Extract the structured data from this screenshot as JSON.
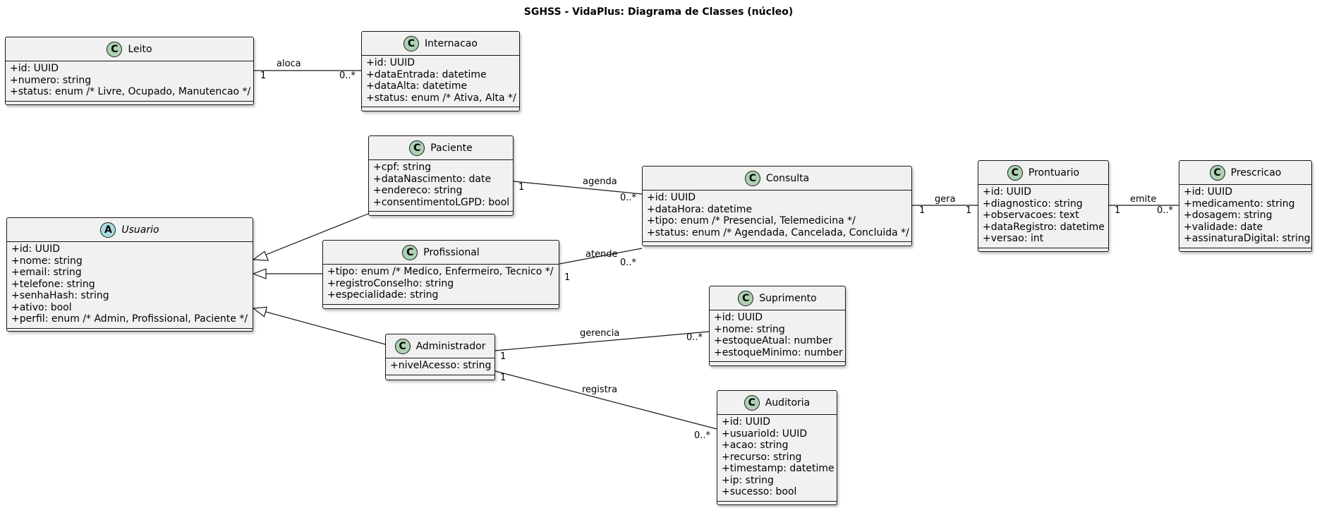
{
  "title": "SGHSS - VidaPlus: Diagrama de Classes (núcleo)",
  "classes": {
    "leito": {
      "name": "Leito",
      "stereotype": "C",
      "attributes": [
        "+id: UUID",
        "+numero: string",
        "+status: enum /* Livre, Ocupado, Manutencao */"
      ]
    },
    "internacao": {
      "name": "Internacao",
      "stereotype": "C",
      "attributes": [
        "+id: UUID",
        "+dataEntrada: datetime",
        "+dataAlta: datetime",
        "+status: enum /* Ativa, Alta */"
      ]
    },
    "paciente": {
      "name": "Paciente",
      "stereotype": "C",
      "attributes": [
        "+cpf: string",
        "+dataNascimento: date",
        "+endereco: string",
        "+consentimentoLGPD: bool"
      ]
    },
    "usuario": {
      "name": "Usuario",
      "stereotype": "A",
      "attributes": [
        "+id: UUID",
        "+nome: string",
        "+email: string",
        "+telefone: string",
        "+senhaHash: string",
        "+ativo: bool",
        "+perfil: enum /* Admin, Profissional, Paciente */"
      ]
    },
    "profissional": {
      "name": "Profissional",
      "stereotype": "C",
      "attributes": [
        "+tipo: enum /* Medico, Enfermeiro, Tecnico */",
        "+registroConselho: string",
        "+especialidade: string"
      ]
    },
    "consulta": {
      "name": "Consulta",
      "stereotype": "C",
      "attributes": [
        "+id: UUID",
        "+dataHora: datetime",
        "+tipo: enum /* Presencial, Telemedicina */",
        "+status: enum /* Agendada, Cancelada, Concluida */"
      ]
    },
    "prontuario": {
      "name": "Prontuario",
      "stereotype": "C",
      "attributes": [
        "+id: UUID",
        "+diagnostico: string",
        "+observacoes: text",
        "+dataRegistro: datetime",
        "+versao: int"
      ]
    },
    "prescricao": {
      "name": "Prescricao",
      "stereotype": "C",
      "attributes": [
        "+id: UUID",
        "+medicamento: string",
        "+dosagem: string",
        "+validade: date",
        "+assinaturaDigital: string"
      ]
    },
    "suprimento": {
      "name": "Suprimento",
      "stereotype": "C",
      "attributes": [
        "+id: UUID",
        "+nome: string",
        "+estoqueAtual: number",
        "+estoqueMinimo: number"
      ]
    },
    "administrador": {
      "name": "Administrador",
      "stereotype": "C",
      "attributes": [
        "+nivelAcesso: string"
      ]
    },
    "auditoria": {
      "name": "Auditoria",
      "stereotype": "C",
      "attributes": [
        "+id: UUID",
        "+usuarioId: UUID",
        "+acao: string",
        "+recurso: string",
        "+timestamp: datetime",
        "+ip: string",
        "+sucesso: bool"
      ]
    }
  },
  "associations": {
    "aloca": {
      "label": "aloca",
      "source_mult": "1",
      "target_mult": "0..*"
    },
    "agenda": {
      "label": "agenda",
      "source_mult": "1",
      "target_mult": "0..*"
    },
    "atende": {
      "label": "atende",
      "source_mult": "1",
      "target_mult": "0..*"
    },
    "gera": {
      "label": "gera",
      "source_mult": "1",
      "target_mult": "1"
    },
    "emite": {
      "label": "emite",
      "source_mult": "1",
      "target_mult": "0..*"
    },
    "gerencia": {
      "label": "gerencia",
      "source_mult": "1",
      "target_mult": "0..*"
    },
    "registra": {
      "label": "registra",
      "source_mult": "1",
      "target_mult": "0..*"
    }
  },
  "colors": {
    "class_fill": "#f1f1f1",
    "class_border": "#181818",
    "class_badge": "#add1b2",
    "abstract_badge": "#a9dcdf"
  }
}
